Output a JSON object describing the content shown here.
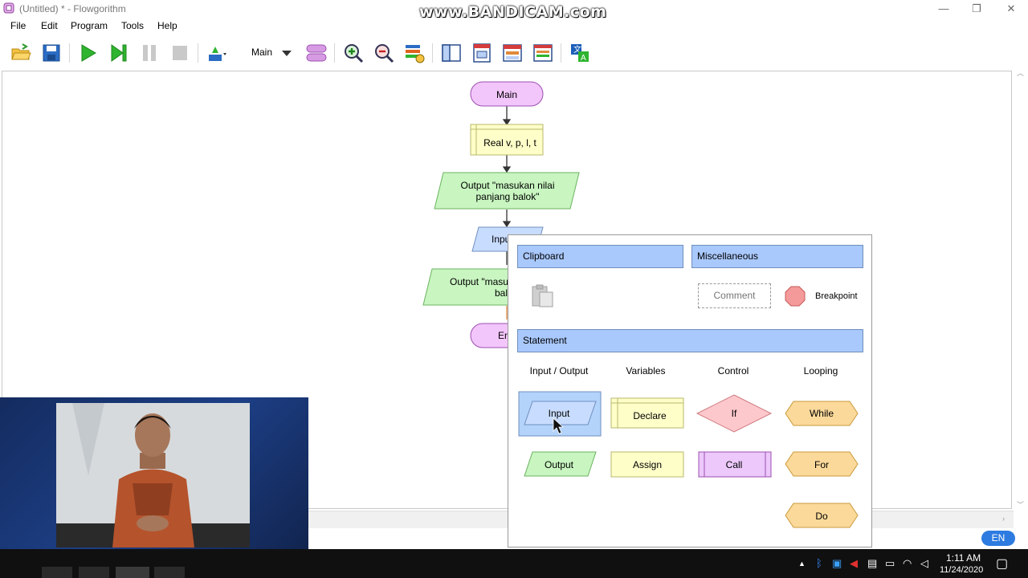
{
  "window": {
    "title": "(Untitled) * - Flowgorithm",
    "watermark": "www.BANDICAM.com"
  },
  "menu": {
    "file": "File",
    "edit": "Edit",
    "program": "Program",
    "tools": "Tools",
    "help": "Help"
  },
  "toolbar": {
    "function_selector": "Main",
    "icons": [
      "open-folder-icon",
      "save-icon",
      "run-icon",
      "step-icon",
      "pause-icon",
      "stop-icon",
      "layout-icon",
      "function-select-icon",
      "shape-style-icon",
      "zoom-in-icon",
      "zoom-out-icon",
      "chart-style-icon",
      "view-icon",
      "view-icon",
      "view-icon",
      "view-icon",
      "translate-icon"
    ]
  },
  "flowchart": {
    "start": "Main",
    "declare": "Real v, p, l, t",
    "output1": "Output \"masukan nilai panjang balok\"",
    "output1_line1": "Output \"masukan nilai",
    "output1_line2": "panjang balok\"",
    "input_partial": "Inpu",
    "output2_line1": "Output \"masu",
    "output2_line2": "bal",
    "end_partial": "En"
  },
  "popup": {
    "clipboard": "Clipboard",
    "misc": "Miscellaneous",
    "comment": "Comment",
    "breakpoint": "Breakpoint",
    "statement": "Statement",
    "columns": {
      "io": "Input / Output",
      "variables": "Variables",
      "control": "Control",
      "looping": "Looping"
    },
    "shapes": {
      "input": "Input",
      "output": "Output",
      "declare": "Declare",
      "assign": "Assign",
      "if": "If",
      "call": "Call",
      "while": "While",
      "for": "For",
      "do": "Do"
    }
  },
  "taskbar": {
    "time": "1:11 AM",
    "date": "11/24/2020",
    "language": "EN"
  },
  "colors": {
    "terminal": "#f3c6fb",
    "declare": "#fefec8",
    "output": "#c8f5c0",
    "input": "#c8dcff",
    "header": "#a9c8fb",
    "control": "#fcc8cc",
    "loop": "#fbd99a",
    "call": "#ecc8fb"
  }
}
